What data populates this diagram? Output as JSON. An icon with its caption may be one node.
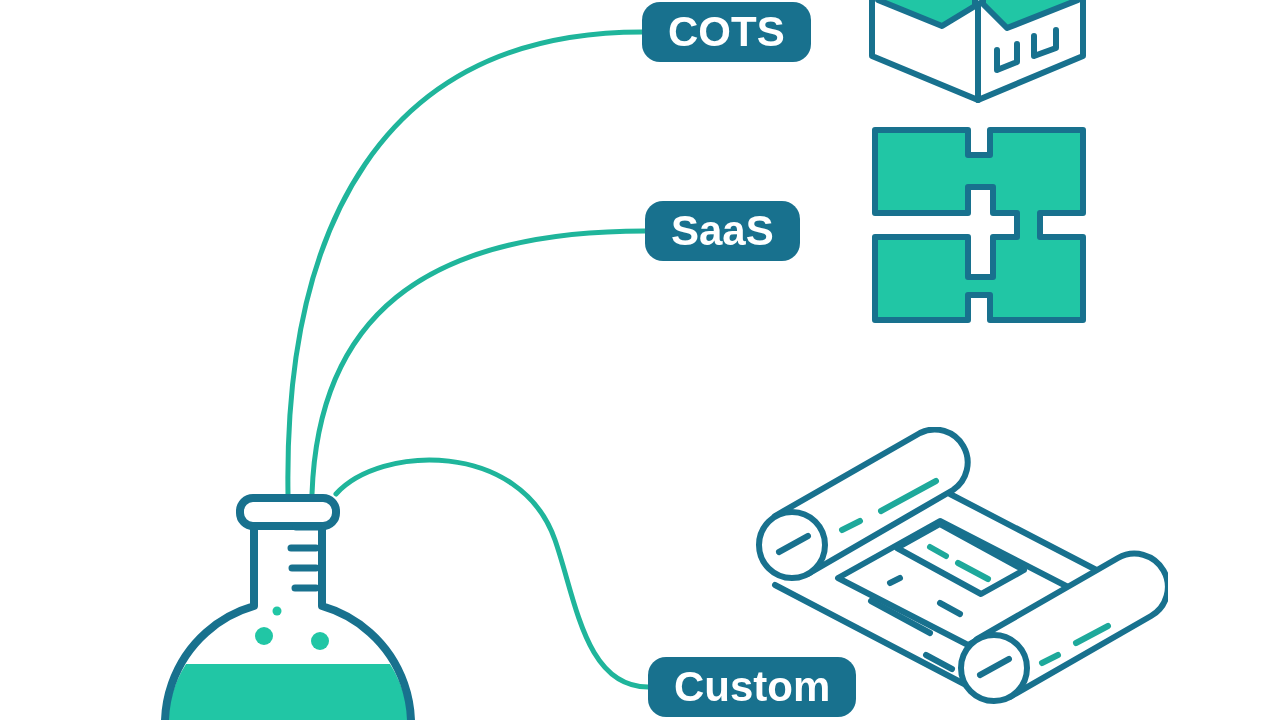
{
  "diagram": {
    "nodes": [
      {
        "text": [],
        "shape": "picture"
      },
      {
        "text": [
          "COTS"
        ]
      },
      {
        "text": [
          "SaaS"
        ]
      },
      {
        "text": [
          "Custom"
        ]
      }
    ],
    "edges": [
      {
        "from": 0,
        "to": 1,
        "arrow": "none"
      },
      {
        "from": 0,
        "to": 2,
        "arrow": "none"
      },
      {
        "from": 0,
        "to": 3,
        "arrow": "none"
      }
    ]
  }
}
